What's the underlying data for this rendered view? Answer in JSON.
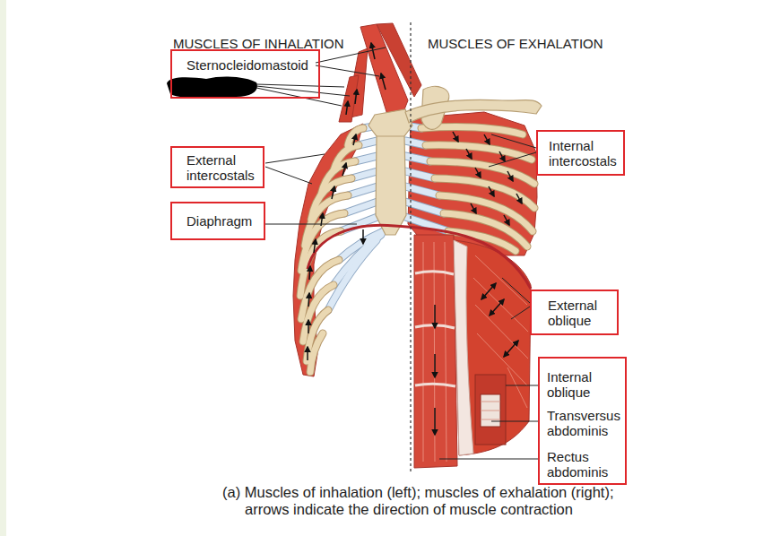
{
  "diagram": {
    "caption": "(a) Muscles of inhalation (left); muscles of exhalation (right); arrows indicate the direction of muscle contraction",
    "nodes": [
      {
        "text": [
          "Sternocleidomastoid"
        ]
      },
      {
        "text": [
          "External intercostals"
        ]
      },
      {
        "text": [
          "Diaphragm"
        ]
      },
      {
        "text": [
          "Internal intercostals"
        ]
      },
      {
        "text": [
          "External oblique"
        ]
      },
      {
        "text": [
          "Internal oblique",
          "Transversus abdominis",
          "Rectus abdominis"
        ]
      }
    ],
    "labels": [
      "MUSCLES OF INHALATION",
      "MUSCLES OF EXHALATION"
    ]
  }
}
